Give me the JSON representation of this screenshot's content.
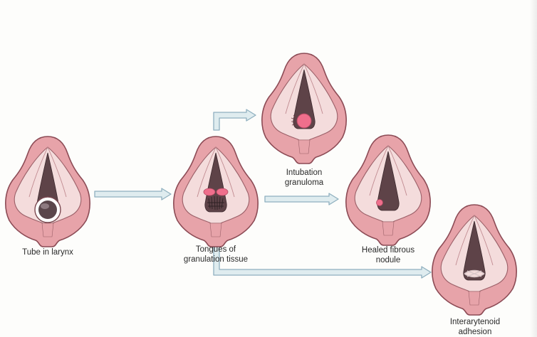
{
  "stages": {
    "tube": {
      "label": "Tube in larynx"
    },
    "granulation": {
      "line1": "Tongues of",
      "line2": "granulation tissue"
    },
    "granuloma": {
      "line1": "Intubation",
      "line2": "granuloma"
    },
    "nodule": {
      "line1": "Healed fibrous",
      "line2": "nodule"
    },
    "adhesion": {
      "line1": "Interarytenoid",
      "line2": "adhesion"
    }
  },
  "colors": {
    "skin": "#e7a3a9",
    "skin_outline": "#8c4b55",
    "fold": "#f4dcdc",
    "airway": "#5e4348",
    "lesion": "#ef6f8c",
    "arrow_fill": "#dfecef",
    "arrow_stroke": "#8fb0bf"
  }
}
